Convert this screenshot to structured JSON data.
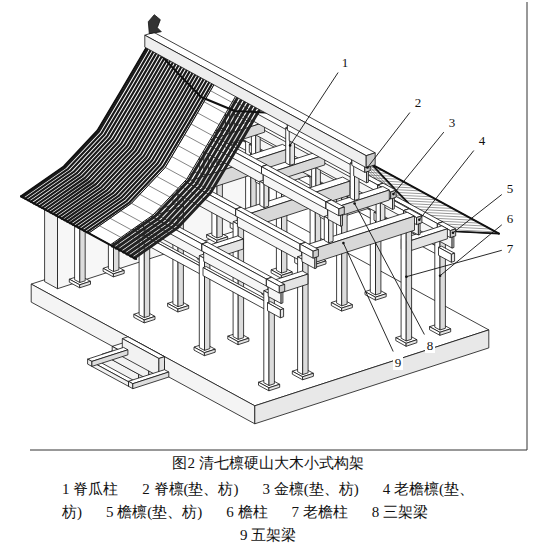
{
  "diagram": {
    "caption": "图2 清七檩硬山大木小式构架",
    "labels": [
      "1",
      "2",
      "3",
      "4",
      "5",
      "6",
      "7",
      "8",
      "9",
      "1 脊瓜柱",
      "2 脊檩(垫、枋)",
      "3 金檩(垫、枋)",
      "4 老檐檩(垫、枋)",
      "5 檐檩(垫、枋)",
      "6 檐柱",
      "7 老檐柱",
      "8 三架梁",
      "9 五架梁"
    ]
  }
}
